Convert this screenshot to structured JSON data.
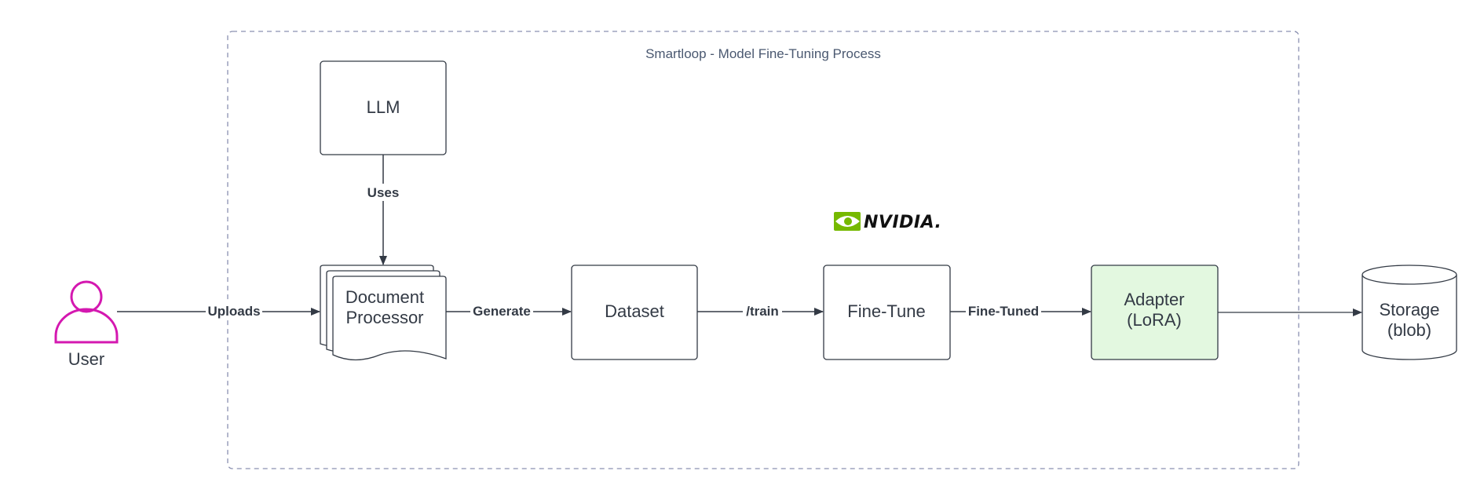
{
  "diagram": {
    "title": "Smartloop - Model Fine-Tuning  Process",
    "colors": {
      "line": "#333a45",
      "user": "#d418b0",
      "adapter_fill": "#e3f8e0",
      "group_border": "#8a90b0",
      "nvidia_green": "#76b900"
    },
    "nodes": {
      "user": {
        "label": "User",
        "icon": "person-icon"
      },
      "llm": {
        "label": "LLM"
      },
      "doc_processor": {
        "line1": "Document",
        "line2": "Processor"
      },
      "dataset": {
        "label": "Dataset"
      },
      "finetune": {
        "label": "Fine-Tune"
      },
      "adapter": {
        "line1": "Adapter",
        "line2": "(LoRA)"
      },
      "storage": {
        "line1": "Storage",
        "line2": "(blob)"
      }
    },
    "edges": {
      "uploads": "Uploads",
      "uses": "Uses",
      "generate": "Generate",
      "train": "/train",
      "finetuned": "Fine-Tuned"
    },
    "logo": {
      "text": "NVIDIA.",
      "icon": "nvidia-eye-icon"
    }
  }
}
